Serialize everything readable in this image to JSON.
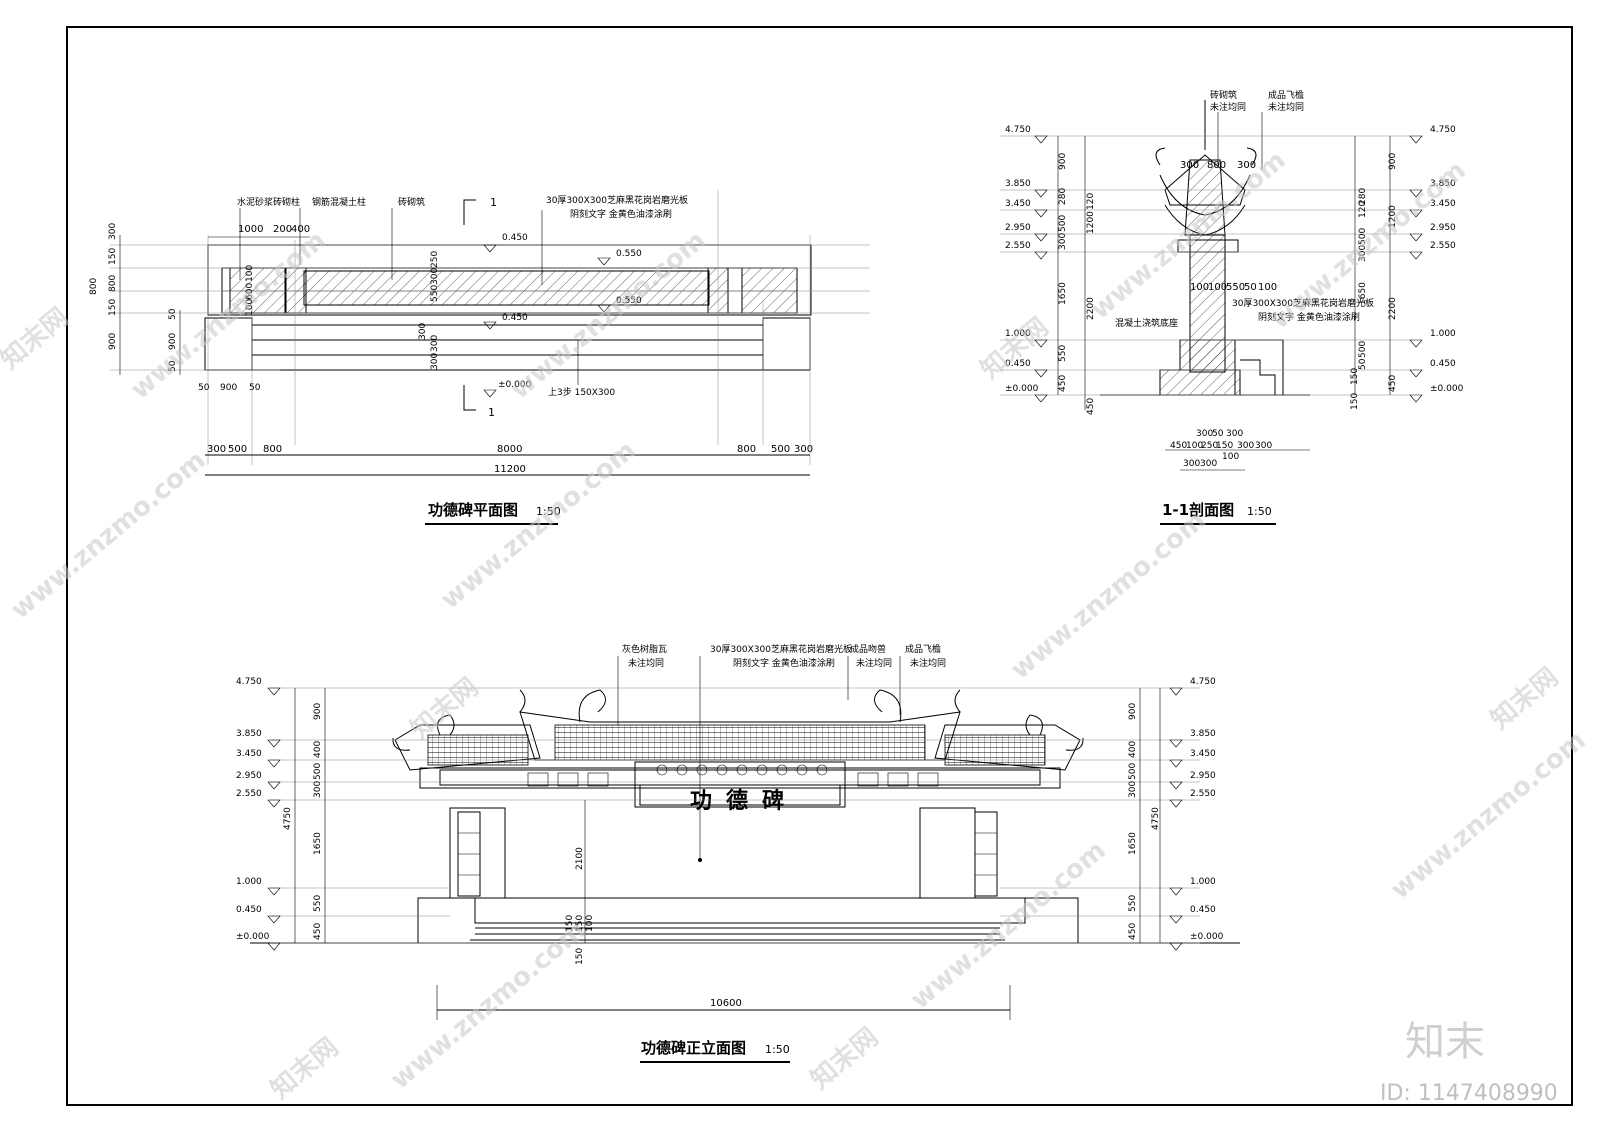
{
  "plan": {
    "title": "功德碑平面图",
    "scale": "1:50",
    "notes": [
      "水泥砂浆砖砌柱",
      "钢筋混凝土柱",
      "砖砌筑",
      "30厚300X300芝麻黑花岗岩磨光板",
      "阴刻文字 金黄色油漆涂刷",
      "上3步 150X300"
    ],
    "section_mark": "1",
    "levels": [
      "0.450",
      "0.550",
      "0.550",
      "0.450",
      "±0.000"
    ],
    "bottom_dims": [
      "300",
      "500",
      "800",
      "8000",
      "800",
      "500",
      "300"
    ],
    "total": "11200",
    "top_dims": [
      "1000",
      "200",
      "400"
    ],
    "left_dims": [
      "300",
      "150",
      "800",
      "800",
      "150",
      "900",
      "50",
      "900",
      "50"
    ],
    "bottom_small": [
      "50",
      "900",
      "50"
    ],
    "center_dims": [
      "100",
      "600",
      "100",
      "250",
      "300",
      "550",
      "300",
      "300",
      "300"
    ]
  },
  "section": {
    "title": "1-1剖面图",
    "scale": "1:50",
    "notes": [
      "砖砌筑",
      "未注均同",
      "成品飞檐",
      "未注均同",
      "30厚300X300芝麻黑花岗岩磨光板",
      "阴刻文字 金黄色油漆涂刷",
      "混凝土浇筑底座"
    ],
    "levels": [
      "4.750",
      "3.850",
      "3.450",
      "2.950",
      "2.550",
      "1.000",
      "0.450",
      "±0.000"
    ],
    "left_dims": [
      "900",
      "280",
      "120",
      "1200",
      "500",
      "300",
      "1650",
      "2200",
      "550",
      "450",
      "450"
    ],
    "right_dims": [
      "900",
      "280",
      "120",
      "1200",
      "500",
      "300",
      "1650",
      "2200",
      "500",
      "50",
      "450",
      "150",
      "150"
    ],
    "top_dims": [
      "300",
      "800",
      "300"
    ],
    "mid_dims": [
      "100",
      "100",
      "550",
      "50",
      "100"
    ],
    "bottom_dims": [
      "450",
      "100",
      "250",
      "150",
      "300",
      "300",
      "300",
      "50",
      "300",
      "300",
      "300",
      "100"
    ]
  },
  "elevation": {
    "title": "功德碑正立面图",
    "scale": "1:50",
    "notes": [
      "灰色树脂瓦",
      "未注均同",
      "30厚300X300芝麻黑花岗岩磨光板",
      "阴刻文字 金黄色油漆涂刷",
      "成品吻兽",
      "未注均同",
      "成品飞檐",
      "未注均同"
    ],
    "inscription": "功德碑",
    "levels": [
      "4.750",
      "3.850",
      "3.450",
      "2.950",
      "2.550",
      "1.000",
      "0.450",
      "±0.000"
    ],
    "left_dims": [
      "900",
      "400",
      "500",
      "300",
      "1650",
      "550",
      "450",
      "4750"
    ],
    "right_dims": [
      "900",
      "400",
      "500",
      "300",
      "1650",
      "550",
      "450",
      "4750"
    ],
    "mid_dims": [
      "2100",
      "150",
      "150",
      "100",
      "150"
    ],
    "total": "10600"
  },
  "watermark": {
    "site": "www.znzmo.com",
    "brand": "知末网",
    "logo": "知末",
    "id": "ID: 1147408990"
  }
}
